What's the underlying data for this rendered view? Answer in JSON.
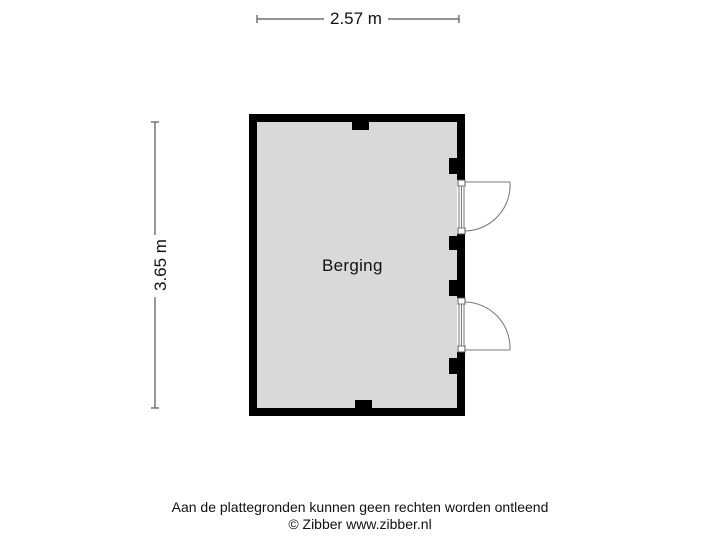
{
  "floorplan": {
    "dimensions": {
      "width_label": "2.57 m",
      "height_label": "3.65 m"
    },
    "rooms": [
      {
        "name": "Berging"
      }
    ],
    "colors": {
      "wall": "#000000",
      "floor": "#d9d9d9",
      "dimension_line": "#555555",
      "door_line": "#777777"
    }
  },
  "footer": {
    "disclaimer": "Aan de plattegronden kunnen geen rechten worden ontleend",
    "credit": "© Zibber www.zibber.nl"
  }
}
